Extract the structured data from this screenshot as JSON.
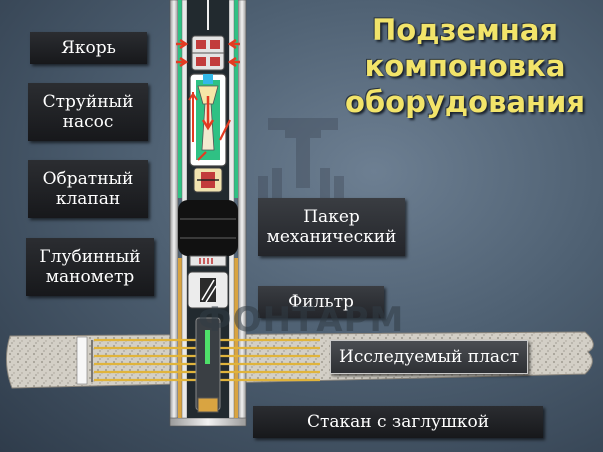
{
  "title": {
    "line1": "Подземная",
    "line2": "компоновка",
    "line3": "оборудования"
  },
  "labels": {
    "anchor": "Якорь",
    "jet_pump_line1": "Струйный",
    "jet_pump_line2": "насос",
    "check_valve_line1": "Обратный",
    "check_valve_line2": "клапан",
    "gauge_line1": "Глубинный",
    "gauge_line2": "манометр",
    "packer_line1": "Пакер",
    "packer_line2": "механический",
    "filter": "Фильтр",
    "formation": "Исследуемый пласт",
    "sump": "Стакан с заглушкой"
  },
  "watermark": "ФОНТАРМ",
  "colors": {
    "background": "#4e6072",
    "title": "#f2e46a",
    "casing": "#d8d8d8",
    "tubing_fluid": "#2fc184",
    "annulus_fill": "#d9a441",
    "packer": "#111111",
    "formation": "#d9d4c9",
    "perforation": "#e0b43c",
    "flow_arrow": "#e33b22"
  }
}
